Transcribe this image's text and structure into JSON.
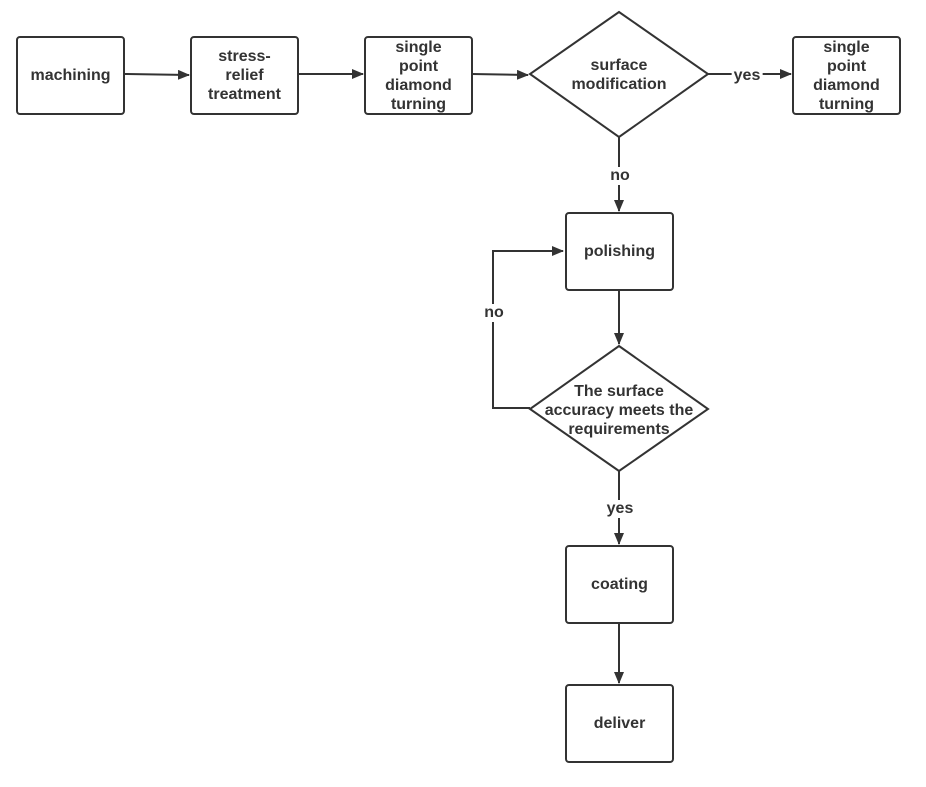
{
  "nodes": {
    "machining": "machining",
    "stress_relief": "stress-\nrelief\ntreatment",
    "spdt_1": "single\npoint\ndiamond\nturning",
    "surface_modification": "surface\nmodification",
    "spdt_2": "single\npoint\ndiamond\nturning",
    "polishing": "polishing",
    "accuracy_check": "The surface\naccuracy meets the\nrequirements",
    "coating": "coating",
    "deliver": "deliver"
  },
  "edges": [
    {
      "from": "machining",
      "to": "stress_relief",
      "label": ""
    },
    {
      "from": "stress_relief",
      "to": "spdt_1",
      "label": ""
    },
    {
      "from": "spdt_1",
      "to": "surface_modification",
      "label": ""
    },
    {
      "from": "surface_modification",
      "to": "spdt_2",
      "label": "yes"
    },
    {
      "from": "surface_modification",
      "to": "polishing",
      "label": "no"
    },
    {
      "from": "polishing",
      "to": "accuracy_check",
      "label": ""
    },
    {
      "from": "accuracy_check",
      "to": "polishing",
      "label": "no"
    },
    {
      "from": "accuracy_check",
      "to": "coating",
      "label": "yes"
    },
    {
      "from": "coating",
      "to": "deliver",
      "label": ""
    }
  ],
  "colors": {
    "stroke": "#333333",
    "fill": "#ffffff"
  }
}
